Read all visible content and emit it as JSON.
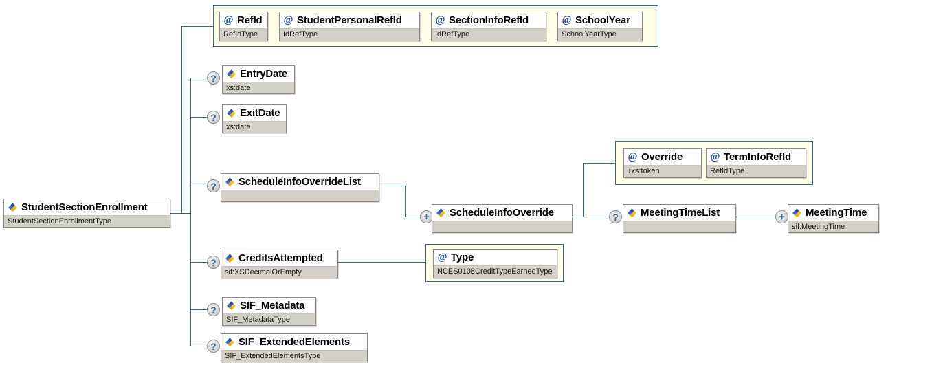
{
  "diagram": {
    "kind": "xml-schema-element-diagram",
    "colors": {
      "connector": "#3d6a94",
      "attr_group_border": "#3d6a94",
      "attr_group_bg": "#fefde8",
      "node_border": "#8a8a8a",
      "node_title_bg": "#ffffff",
      "node_type_bg": "#d4d0c8",
      "marker_text": "#3d6a94",
      "at_icon": "#1f4e9c"
    },
    "root": {
      "name": "StudentSectionEnrollment",
      "type": "StudentSectionEnrollmentType",
      "icon": "element-icon"
    },
    "attribute_group": {
      "attributes": [
        {
          "name": "RefId",
          "type": "RefIdType",
          "icon": "attribute-icon"
        },
        {
          "name": "StudentPersonalRefId",
          "type": "IdRefType",
          "icon": "attribute-icon"
        },
        {
          "name": "SectionInfoRefId",
          "type": "IdRefType",
          "icon": "attribute-icon"
        },
        {
          "name": "SchoolYear",
          "type": "SchoolYearType",
          "icon": "attribute-icon"
        }
      ]
    },
    "children": [
      {
        "name": "EntryDate",
        "type": "xs:date",
        "marker": "?",
        "icon": "element-icon"
      },
      {
        "name": "ExitDate",
        "type": "xs:date",
        "marker": "?",
        "icon": "element-icon"
      },
      {
        "name": "ScheduleInfoOverrideList",
        "type": "",
        "marker": "?",
        "icon": "element-icon"
      },
      {
        "name": "CreditsAttempted",
        "type": "sif:XSDecimalOrEmpty",
        "marker": "?",
        "icon": "element-icon"
      },
      {
        "name": "SIF_Metadata",
        "type": "SIF_MetadataType",
        "marker": "?",
        "icon": "element-icon"
      },
      {
        "name": "SIF_ExtendedElements",
        "type": "SIF_ExtendedElementsType",
        "marker": "?",
        "icon": "element-icon"
      }
    ],
    "schedule_info_override": {
      "name": "ScheduleInfoOverride",
      "type": "",
      "marker": "+",
      "icon": "element-icon"
    },
    "schedule_info_override_attributes": [
      {
        "name": "Override",
        "type": "xs:token",
        "type_prefix": "↓",
        "icon": "attribute-icon"
      },
      {
        "name": "TermInfoRefId",
        "type": "RefIdType",
        "type_prefix": "",
        "icon": "attribute-icon"
      }
    ],
    "meeting_time_list": {
      "name": "MeetingTimeList",
      "type": "",
      "marker": "?",
      "icon": "element-icon"
    },
    "meeting_time": {
      "name": "MeetingTime",
      "type": "sif:MeetingTime",
      "marker": "+",
      "icon": "element-icon"
    },
    "credits_attempted_attribute": {
      "name": "Type",
      "type": "NCES0108CreditTypeEarnedType",
      "icon": "attribute-icon"
    }
  }
}
